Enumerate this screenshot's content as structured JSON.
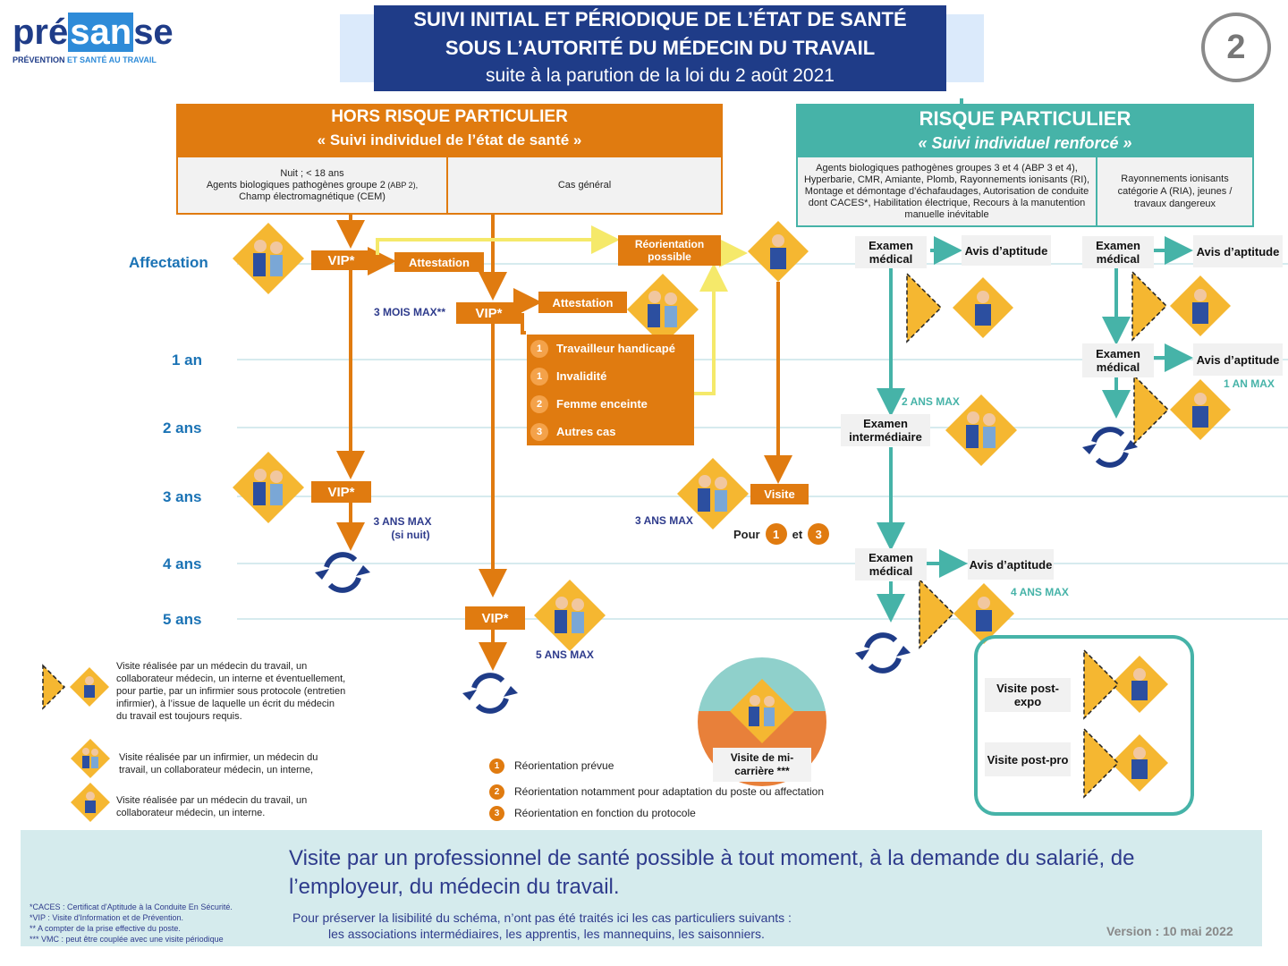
{
  "logo": {
    "pre": "pré",
    "san": "san",
    "se": "se",
    "tagline_a": "PRÉVENTION ",
    "tagline_b": "ET SANTÉ AU TRAVAIL"
  },
  "banner": {
    "line1": "SUIVI INITIAL ET PÉRIODIQUE DE L’ÉTAT DE SANTÉ",
    "line2": "SOUS L’AUTORITÉ DU MÉDECIN DU TRAVAIL",
    "line3": "suite à la parution de la loi du 2 août 2021"
  },
  "page_number": "2",
  "left_header": {
    "title": "HORS RISQUE PARTICULIER",
    "subtitle": "« Suivi individuel de l’état de santé »"
  },
  "left_cases": {
    "box1_line1": "Nuit ; < 18 ans",
    "box1_line2": "Agents biologiques pathogènes  groupe 2",
    "box1_abp": " (ABP 2),",
    "box1_line3": "Champ électromagnétique (CEM)",
    "box2": "Cas général"
  },
  "right_header": {
    "title": "RISQUE PARTICULIER",
    "subtitle": "« Suivi individuel renforcé »"
  },
  "right_cases": {
    "box1": "Agents biologiques pathogènes groupes 3 et 4 (ABP 3 et 4), Hyperbarie, CMR, Amiante, Plomb, Rayonnements ionisants (RI), Montage et démontage d’échafaudages, Autorisation de conduite dont CACES*, Habilitation électrique, Recours à la manutention manuelle inévitable",
    "box2": "Rayonnements ionisants catégorie A (RIA), jeunes / travaux dangereux"
  },
  "timeline": [
    "Affectation",
    "1 an",
    "2 ans",
    "3 ans",
    "4 ans",
    "5 ans"
  ],
  "labels": {
    "vip": "VIP*",
    "attestation": "Attestation",
    "reorientation": "Réorientation possible",
    "visite": "Visite",
    "three_months": "3 MOIS MAX**",
    "three_years_night_a": "3 ANS MAX",
    "three_years_night_b": "(si nuit)",
    "three_years": "3 ANS MAX",
    "five_years": "5 ANS MAX",
    "pour": "Pour",
    "et": "et",
    "examen_medical": "Examen médical",
    "avis": "Avis d’aptitude",
    "examen_inter": "Examen intermédiaire",
    "two_years": "2 ANS MAX",
    "four_years": "4 ANS MAX",
    "one_year": "1 AN MAX",
    "mid_career": "Visite de mi-carrière ***",
    "post_expo": "Visite post-expo",
    "post_pro": "Visite post-pro"
  },
  "cases_list": [
    {
      "num": "1",
      "label": "Travailleur handicapé"
    },
    {
      "num": "1",
      "label": "Invalidité"
    },
    {
      "num": "2",
      "label": "Femme enceinte"
    },
    {
      "num": "3",
      "label": "Autres cas"
    }
  ],
  "legend": [
    "Visite réalisée par un médecin du travail, un collaborateur médecin, un interne et éventuellement, pour partie, par un infirmier sous protocole (entretien infirmier), à l’issue de laquelle un écrit du médecin du travail est toujours requis.",
    "Visite réalisée par un infirmier, un médecin du travail, un collaborateur médecin, un interne,",
    "Visite réalisée par un médecin du travail, un collaborateur médecin, un interne."
  ],
  "reorientation_legend": [
    {
      "num": "1",
      "text": "Réorientation prévue"
    },
    {
      "num": "2",
      "text": "Réorientation notamment pour adaptation du poste ou affectation"
    },
    {
      "num": "3",
      "text": "Réorientation en fonction du protocole"
    }
  ],
  "footer": {
    "main": "Visite par un professionnel de santé possible à tout moment, à la demande du salarié, de l’employeur, du médecin du travail.",
    "note1": "Pour préserver la lisibilité du schéma, n’ont pas été traités ici les cas particuliers suivants :",
    "note2": "les associations intermédiaires, les apprentis, les mannequins, les saisonniers.",
    "version": "Version : 10 mai 2022",
    "footnotes": [
      "*CACES : Certificat d'Aptitude à la Conduite En Sécurité.",
      "*VIP : Visite d'Information et de Prévention.",
      "** A compter de la prise effective du poste.",
      "*** VMC : peut être couplée avec une visite périodique"
    ]
  },
  "colors": {
    "orange": "#e07b10",
    "teal": "#46b3a8",
    "navy": "#1f3c88",
    "blue_text": "#1b73b5",
    "yellow": "#f5e96a"
  }
}
